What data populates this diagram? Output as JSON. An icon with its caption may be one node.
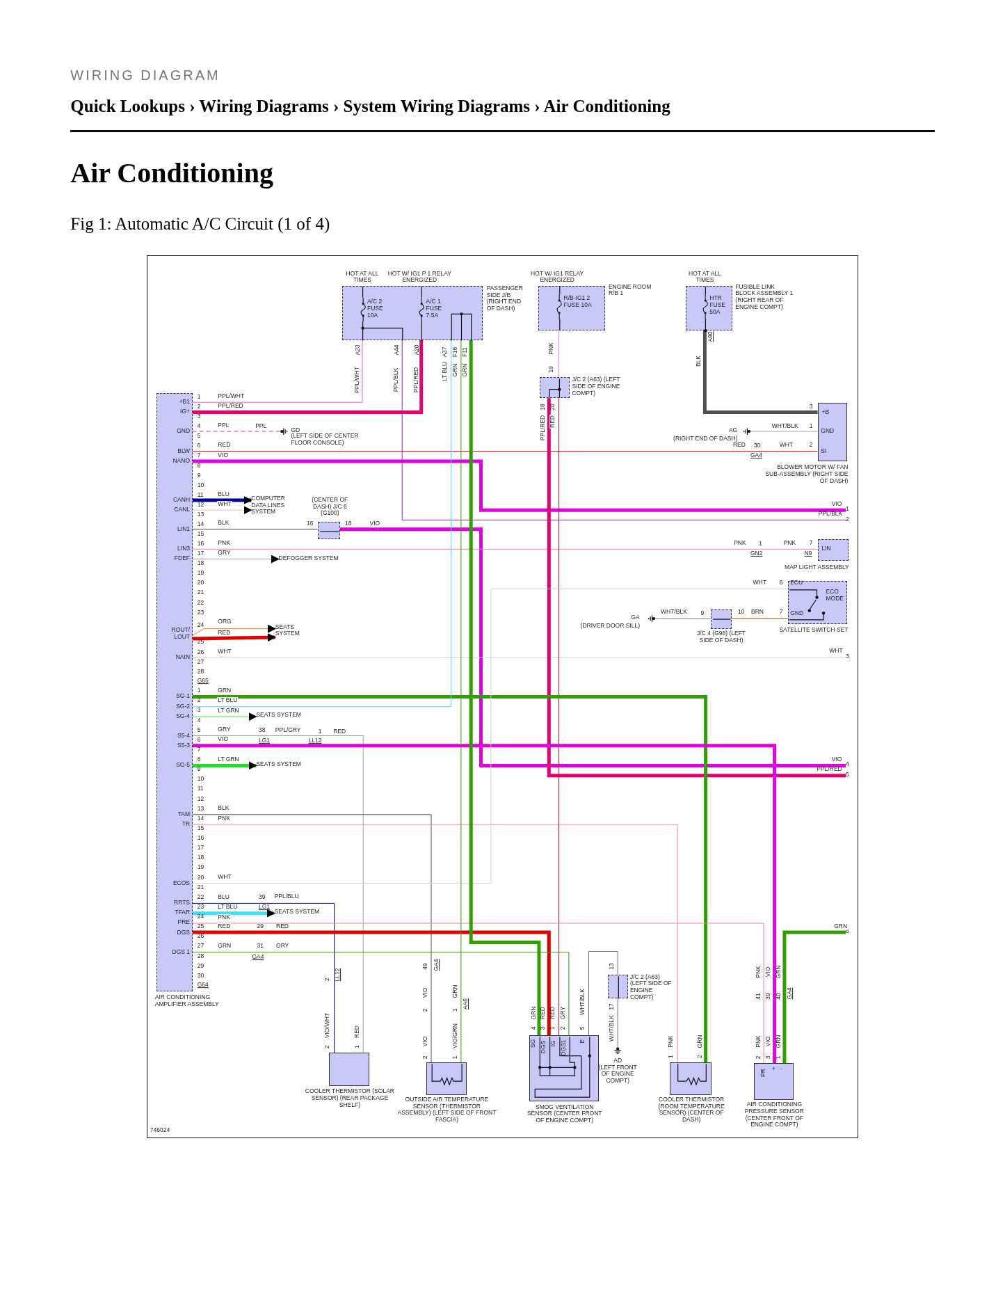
{
  "diagram": {
    "title": "Air Conditioning",
    "caption": "Fig 1: Automatic A/C Circuit (1 of 4)",
    "nodes": [
      {
        "text": [
          "PASSENGER SIDE J/B (RIGHT END OF DASH)"
        ]
      },
      {
        "text": [
          "A/C 2 FUSE 10A"
        ],
        "in": 0
      },
      {
        "text": [
          "A/C 1 FUSE 7.5A"
        ],
        "in": 0
      },
      {
        "text": [
          "ENGINE ROOM R/B 1"
        ]
      },
      {
        "text": [
          "R/B-IG1 2 FUSE 10A"
        ],
        "in": 3
      },
      {
        "text": [
          "FUSIBLE LINK BLOCK ASSEMBLY 1 (RIGHT REAR OF ENGINE COMPT)"
        ]
      },
      {
        "text": [
          "HTR FUSE 50A"
        ],
        "in": 5
      },
      {
        "text": [
          "J/C 2 (A63) (LEFT SIDE OF ENGINE COMPT)"
        ]
      },
      {
        "text": [
          "AIR CONDITIONING AMPLIFIER ASSEMBLY"
        ]
      },
      {
        "text": [
          "GD",
          "(LEFT SIDE OF CENTER FLOOR CONSOLE)"
        ]
      },
      {
        "text": [
          "COMPUTER DATA LINES SYSTEM"
        ]
      },
      {
        "text": [
          "(CENTER OF DASH) J/C 6 (G100)"
        ]
      },
      {
        "text": [
          "DEFOGGER SYSTEM"
        ]
      },
      {
        "text": [
          "SEATS SYSTEM"
        ]
      },
      {
        "text": [
          "SEATS SYSTEM"
        ]
      },
      {
        "text": [
          "SEATS SYSTEM"
        ]
      },
      {
        "text": [
          "SEATS SYSTEM"
        ]
      },
      {
        "text": [
          "BLOWER MOTOR W/ FAN SUB-ASSEMBLY (RIGHT SIDE OF DASH)"
        ]
      },
      {
        "text": [
          "AG",
          "(RIGHT END OF DASH)"
        ]
      },
      {
        "text": [
          "MAP LIGHT ASSEMBLY"
        ]
      },
      {
        "text": [
          "SATELLITE SWITCH SET"
        ]
      },
      {
        "text": [
          "J/C 4 (G98) (LEFT SIDE OF DASH)"
        ]
      },
      {
        "text": [
          "GA",
          "(DRIVER DOOR SILL)"
        ]
      },
      {
        "text": [
          "COOLER THERMISTOR (SOLAR SENSOR) (REAR PACKAGE SHELF)"
        ]
      },
      {
        "text": [
          "OUTSIDE AIR TEMPERATURE SENSOR (THERMISTOR ASSEMBLY) (LEFT SIDE OF FRONT FASCIA)"
        ]
      },
      {
        "text": [
          "SMOG VENTILATION SENSOR (CENTER FRONT OF ENGINE COMPT)"
        ]
      },
      {
        "text": [
          "J/C 2 (A63) (LEFT SIDE OF ENGINE COMPT)"
        ]
      },
      {
        "text": [
          "AD",
          "(LEFT FRONT OF ENGINE COMPT)"
        ]
      },
      {
        "text": [
          "COOLER THERMISTOR (ROOM TEMPERATURE SENSOR) (CENTER OF DASH)"
        ]
      },
      {
        "text": [
          "AIR CONDITIONING PRESSURE SENSOR (CENTER FRONT OF ENGINE COMPT)"
        ]
      },
      {
        "text": [
          "1"
        ]
      },
      {
        "text": [
          "2"
        ]
      },
      {
        "text": [
          "3"
        ]
      },
      {
        "text": [
          "4"
        ]
      },
      {
        "text": [
          "5"
        ]
      },
      {
        "text": [
          "6"
        ]
      }
    ],
    "edges": [
      {
        "from": 8,
        "to": 0,
        "arrow": "none",
        "label": "PPL/WHT",
        "color": "#e060e0"
      },
      {
        "from": 8,
        "to": 0,
        "arrow": "none",
        "label": "PPL/RED",
        "color": "#e8006e",
        "style": "thick"
      },
      {
        "from": 8,
        "to": 9,
        "arrow": "none",
        "label": "PPL",
        "color": "#e020e0",
        "style": "dashed"
      },
      {
        "from": 8,
        "to": 17,
        "arrow": "none",
        "label": "RED",
        "color": "#e00000"
      },
      {
        "from": 8,
        "to": 30,
        "arrow": "none",
        "label": "VIO",
        "color": "#e000e0",
        "style": "thick"
      },
      {
        "from": 0,
        "to": 31,
        "arrow": "none",
        "label": "PPL/BLK",
        "color": "#a020a0"
      },
      {
        "from": 8,
        "to": 10,
        "arrow": "to",
        "label": "BLU",
        "color": "#0000a0",
        "style": "thick"
      },
      {
        "from": 8,
        "to": 10,
        "arrow": "to",
        "label": "WHT",
        "color": "#c8c8c8"
      },
      {
        "from": 8,
        "to": 11,
        "arrow": "none",
        "label": "BLK",
        "color": "#404040"
      },
      {
        "from": 11,
        "to": 33,
        "arrow": "none",
        "label": "VIO",
        "color": "#e000e0",
        "style": "thick"
      },
      {
        "from": 8,
        "to": 19,
        "arrow": "none",
        "label": "PNK",
        "color": "#f080a0"
      },
      {
        "from": 8,
        "to": 12,
        "arrow": "to",
        "label": "GRY",
        "color": "#a0a0a0"
      },
      {
        "from": 8,
        "to": 13,
        "arrow": "to",
        "label": "ORG",
        "color": "#f08000"
      },
      {
        "from": 8,
        "to": 13,
        "arrow": "to",
        "label": "RED",
        "color": "#e00000",
        "style": "thick"
      },
      {
        "from": 8,
        "to": 32,
        "arrow": "none",
        "label": "WHT",
        "color": "#d0d0d0"
      },
      {
        "from": 3,
        "to": 7,
        "arrow": "none",
        "label": "PNK",
        "color": "#f080a0"
      },
      {
        "from": 5,
        "to": 17,
        "arrow": "none",
        "label": "BLK",
        "color": "#505050",
        "style": "thick"
      },
      {
        "from": 18,
        "to": 17,
        "arrow": "none",
        "label": "WHT/BLK",
        "color": "#a0a0a0"
      },
      {
        "from": 7,
        "to": 34,
        "arrow": "none",
        "label": "PPL/RED",
        "color": "#e8006e",
        "style": "thick"
      },
      {
        "from": 7,
        "to": 25,
        "arrow": "none",
        "label": "RED",
        "color": "#e00000"
      },
      {
        "from": 8,
        "to": 28,
        "arrow": "none",
        "label": "GRN",
        "color": "#30a000",
        "style": "thick"
      },
      {
        "from": 8,
        "to": 0,
        "arrow": "none",
        "label": "LT BLU",
        "color": "#40e0f0"
      },
      {
        "from": 8,
        "to": 14,
        "arrow": "to",
        "label": "LT GRN",
        "color": "#40e040"
      },
      {
        "from": 8,
        "to": 23,
        "arrow": "none",
        "label": "GRY",
        "color": "#a0a0a0"
      },
      {
        "from": 8,
        "to": 29,
        "arrow": "none",
        "label": "VIO",
        "color": "#e000e0",
        "style": "thick"
      },
      {
        "from": 8,
        "to": 15,
        "arrow": "to",
        "label": "LT GRN",
        "color": "#20e020",
        "style": "thick"
      },
      {
        "from": 8,
        "to": 24,
        "arrow": "none",
        "label": "BLK",
        "color": "#505050"
      },
      {
        "from": 8,
        "to": 28,
        "arrow": "none",
        "label": "PNK",
        "color": "#f080a0"
      },
      {
        "from": 8,
        "to": 20,
        "arrow": "none",
        "label": "WHT",
        "color": "#d0d0d0"
      },
      {
        "from": 8,
        "to": 23,
        "arrow": "none",
        "label": "BLU",
        "color": "#0000a0"
      },
      {
        "from": 8,
        "to": 16,
        "arrow": "to",
        "label": "LT BLU",
        "color": "#40e0f0",
        "style": "thick"
      },
      {
        "from": 8,
        "to": 29,
        "arrow": "none",
        "label": "PNK",
        "color": "#f080a0"
      },
      {
        "from": 8,
        "to": 25,
        "arrow": "none",
        "label": "RED",
        "color": "#e00000",
        "style": "thick"
      },
      {
        "from": 8,
        "to": 25,
        "arrow": "none",
        "label": "GRN",
        "color": "#30a000"
      },
      {
        "from": 0,
        "to": 24,
        "arrow": "none",
        "label": "GRN",
        "color": "#30a000"
      },
      {
        "from": 0,
        "to": 25,
        "arrow": "none",
        "label": "GRN",
        "color": "#30a000",
        "style": "thick"
      },
      {
        "from": 25,
        "to": 26,
        "arrow": "none",
        "label": "WHT/BLK",
        "color": "#707070"
      },
      {
        "from": 26,
        "to": 27,
        "arrow": "none",
        "label": "WHT/BLK",
        "color": "#707070"
      },
      {
        "from": 29,
        "to": 35,
        "arrow": "none",
        "label": "GRN",
        "color": "#30a000",
        "style": "thick"
      },
      {
        "from": 22,
        "to": 21,
        "arrow": "none",
        "label": "WHT/BLK",
        "color": "#808080"
      },
      {
        "from": 21,
        "to": 20,
        "arrow": "none",
        "label": "BRN",
        "color": "#806000"
      }
    ],
    "labels": [
      "WIRING DIAGRAM",
      "Quick Lookups › Wiring Diagrams › System Wiring Diagrams › Air Conditioning",
      "1",
      "2",
      "3",
      "4",
      "5",
      "6",
      "7",
      "8",
      "9",
      "10",
      "11",
      "12",
      "13",
      "14",
      "15",
      "16",
      "17",
      "18",
      "19",
      "20",
      "21",
      "22",
      "23",
      "24",
      "25",
      "26",
      "27",
      "28",
      "G65",
      "1",
      "2",
      "3",
      "4",
      "5",
      "6",
      "7",
      "8",
      "9",
      "10",
      "11",
      "12",
      "13",
      "14",
      "15",
      "16",
      "17",
      "18",
      "19",
      "20",
      "21",
      "22",
      "23",
      "24",
      "25",
      "26",
      "27",
      "28",
      "29",
      "30",
      "G64",
      "+B1",
      "IG+",
      "GND",
      "BLW",
      "NANO",
      "CANH",
      "CANL",
      "LIN1",
      "LIN3",
      "FDEF",
      "ROUT/ LOUT",
      "NAIN",
      "SG-1",
      "SG-2",
      "SG-4",
      "S5-4",
      "S5-3",
      "SG-5",
      "TAM",
      "TR",
      "ECOS",
      "RRTS",
      "TFAR",
      "PRE",
      "DGS",
      "DGS 1",
      "746024",
      "HOT AT ALL TIMES",
      "HOT W/ IG1 P 1 RELAY ENERGIZED",
      "HOT W/ IG1 RELAY ENERGIZED",
      "HOT AT ALL TIMES",
      "A23",
      "A44",
      "A20",
      "A37",
      "F16",
      "F11",
      "PPL/WHT",
      "PPL/RED",
      "LT BLU",
      "19",
      "18",
      "20",
      "A90",
      "3",
      "1",
      "RED",
      "30",
      "GA4",
      "WHT",
      "2",
      "+B",
      "GND",
      "SI",
      "VIO",
      "PPL/BLK",
      "PNK",
      "1",
      "GN2",
      "PNK",
      "7",
      "N9",
      "LIN",
      "WHT",
      "6",
      "ECU",
      "ECO MODE",
      "9",
      "10",
      "7",
      "GND",
      "WHT",
      "PPL",
      "16",
      "18",
      "38",
      "LG1",
      "PPL/GRY",
      "1",
      "LL12",
      "RED",
      "39",
      "PPL/BLU",
      "LG1",
      "29",
      "RED",
      "31",
      "GRY",
      "GA4",
      "VIO",
      "PPL/RED",
      "2",
      "LL12",
      "VIO/WHT",
      "RED",
      "2",
      "1",
      "49",
      "GA4",
      "VIO",
      "GRN",
      "2",
      "1",
      "AA6",
      "VIO",
      "VIO/GRN",
      "2",
      "1",
      "4",
      "GRN",
      "3",
      "RED",
      "1",
      "RED",
      "2",
      "GRY",
      "5",
      "SG",
      "DGS",
      "IG",
      "DGS1",
      "E",
      "13",
      "17",
      "PNK",
      "GRN",
      "1",
      "2",
      "PNK",
      "VIO",
      "GRN",
      "41",
      "39",
      "40",
      "GA4",
      "PNK",
      "VIO",
      "GRN",
      "2",
      "3",
      "1",
      "PR",
      "+",
      "-"
    ]
  }
}
